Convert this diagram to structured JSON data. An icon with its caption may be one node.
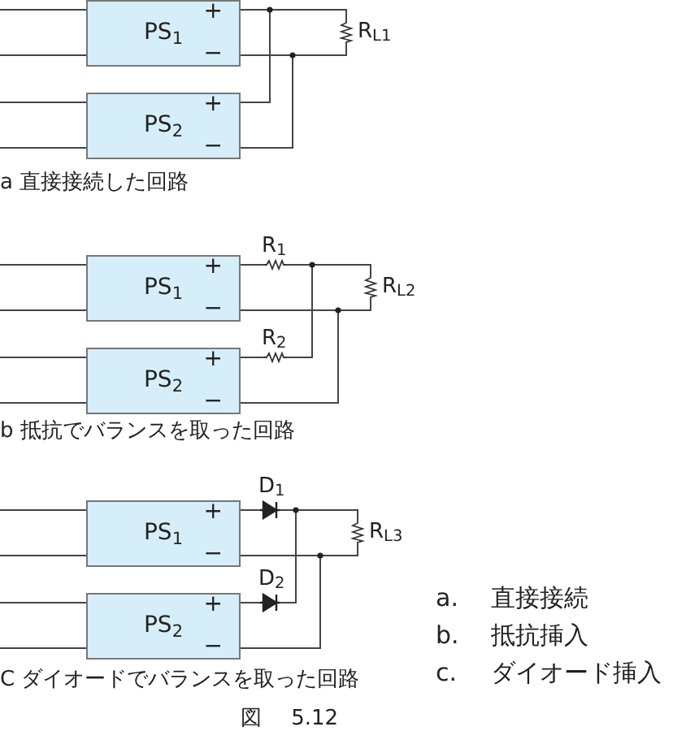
{
  "diagram": {
    "caption": "図 5.12",
    "nodes": [
      {
        "text": [
          "PS$_{1}$",
          "+",
          "−"
        ]
      },
      {
        "text": [
          "PS$_{2}$",
          "+",
          "−"
        ]
      },
      {
        "text": [],
        "shape": "resistor",
        "beside": [
          "R$_{L1}$"
        ]
      },
      {
        "text": [
          "PS$_{1}$",
          "+",
          "−"
        ]
      },
      {
        "text": [
          "PS$_{2}$",
          "+",
          "−"
        ]
      },
      {
        "text": [],
        "shape": "resistor",
        "beside": [
          "R$_{1}$"
        ]
      },
      {
        "text": [],
        "shape": "resistor",
        "beside": [
          "R$_{2}$"
        ]
      },
      {
        "text": [],
        "shape": "resistor",
        "beside": [
          "R$_{L2}$"
        ]
      },
      {
        "text": [
          "PS$_{1}$",
          "+",
          "−"
        ]
      },
      {
        "text": [
          "PS$_{2}$",
          "+",
          "−"
        ]
      },
      {
        "text": [],
        "shape": "diode",
        "beside": [
          "D$_{1}$"
        ]
      },
      {
        "text": [],
        "shape": "diode",
        "beside": [
          "D$_{2}$"
        ]
      },
      {
        "text": [],
        "shape": "resistor",
        "beside": [
          "R$_{L3}$"
        ]
      }
    ],
    "edges": [
      {
        "from": null,
        "to": 0,
        "arrow": "none"
      },
      {
        "from": null,
        "to": 0,
        "arrow": "none"
      },
      {
        "from": null,
        "to": 1,
        "arrow": "none"
      },
      {
        "from": null,
        "to": 1,
        "arrow": "none"
      },
      {
        "from": 0,
        "to": 2,
        "arrow": "none"
      },
      {
        "from": 0,
        "to": 2,
        "arrow": "none"
      },
      {
        "from": 1,
        "to": 2,
        "arrow": "none"
      },
      {
        "from": 1,
        "to": 2,
        "arrow": "none"
      },
      {
        "from": null,
        "to": 3,
        "arrow": "none"
      },
      {
        "from": null,
        "to": 3,
        "arrow": "none"
      },
      {
        "from": null,
        "to": 4,
        "arrow": "none"
      },
      {
        "from": null,
        "to": 4,
        "arrow": "none"
      },
      {
        "from": 3,
        "to": 5,
        "arrow": "none"
      },
      {
        "from": 5,
        "to": 7,
        "arrow": "none"
      },
      {
        "from": 4,
        "to": 6,
        "arrow": "none"
      },
      {
        "from": 6,
        "to": 7,
        "arrow": "none"
      },
      {
        "from": 3,
        "to": 7,
        "arrow": "none"
      },
      {
        "from": 4,
        "to": 7,
        "arrow": "none"
      },
      {
        "from": null,
        "to": 8,
        "arrow": "none"
      },
      {
        "from": null,
        "to": 8,
        "arrow": "none"
      },
      {
        "from": null,
        "to": 9,
        "arrow": "none"
      },
      {
        "from": null,
        "to": 9,
        "arrow": "none"
      },
      {
        "from": 8,
        "to": 10,
        "arrow": "none"
      },
      {
        "from": 10,
        "to": 12,
        "arrow": "none"
      },
      {
        "from": 9,
        "to": 11,
        "arrow": "none"
      },
      {
        "from": 11,
        "to": 12,
        "arrow": "none"
      },
      {
        "from": 8,
        "to": 12,
        "arrow": "none"
      },
      {
        "from": 9,
        "to": 12,
        "arrow": "none"
      }
    ],
    "labels": [
      "a 直接接続した回路",
      "b 抵抗でバランスを取った回路",
      "a.",
      "直接接続",
      "b.",
      "抵抗挿入",
      "C ダイオードでバランスを取った回路",
      "c.",
      "ダイオード挿入"
    ]
  }
}
